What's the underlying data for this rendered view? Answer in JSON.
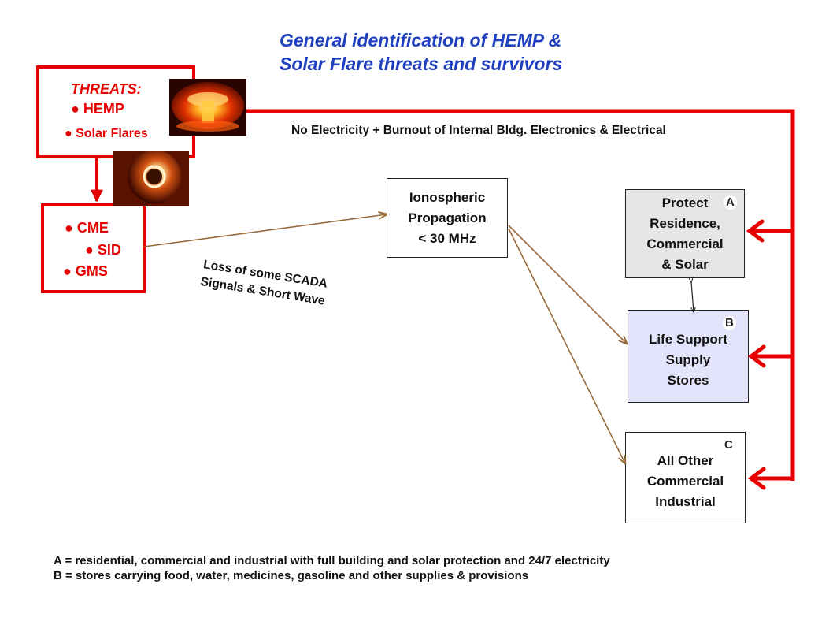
{
  "title": {
    "line1": "General identification of HEMP &",
    "line2": "Solar Flare threats and survivors"
  },
  "threats": {
    "heading": "THREATS:",
    "items": [
      "● HEMP",
      "● Solar Flares"
    ]
  },
  "effects": {
    "items": [
      "● CME",
      "● SID",
      "● GMS"
    ]
  },
  "ionospheric": {
    "lines": [
      "Ionospheric",
      "Propagation",
      "< 30 MHz"
    ]
  },
  "top_label": "No Electricity + Burnout of Internal Bldg. Electronics & Electrical",
  "scada_label": {
    "line1": "Loss of some SCADA",
    "line2": "Signals & Short Wave"
  },
  "box_a": {
    "badge": "A",
    "lines": [
      "Protect",
      "Residence,",
      "Commercial",
      "& Solar"
    ]
  },
  "box_b": {
    "badge": "B",
    "lines": [
      "Life Support",
      "Supply",
      "Stores"
    ]
  },
  "box_c": {
    "badge": "C",
    "lines": [
      "All Other",
      "Commercial",
      "Industrial"
    ]
  },
  "legend": {
    "a": "A = residential, commercial and industrial  with full building and solar protection and 24/7 electricity",
    "b": "B = stores carrying food, water, medicines, gasoline and other supplies & provisions"
  },
  "colors": {
    "threat_red": "#e60000",
    "title_blue": "#1f3fbf",
    "propagation_arrow": "#9a6a3a",
    "box_a_fill": "#e6e6e6",
    "box_b_fill": "#e3e3fb"
  },
  "images": {
    "hemp_photo": "nuclear-blast-photo",
    "flare_photo": "solar-corona-photo"
  }
}
